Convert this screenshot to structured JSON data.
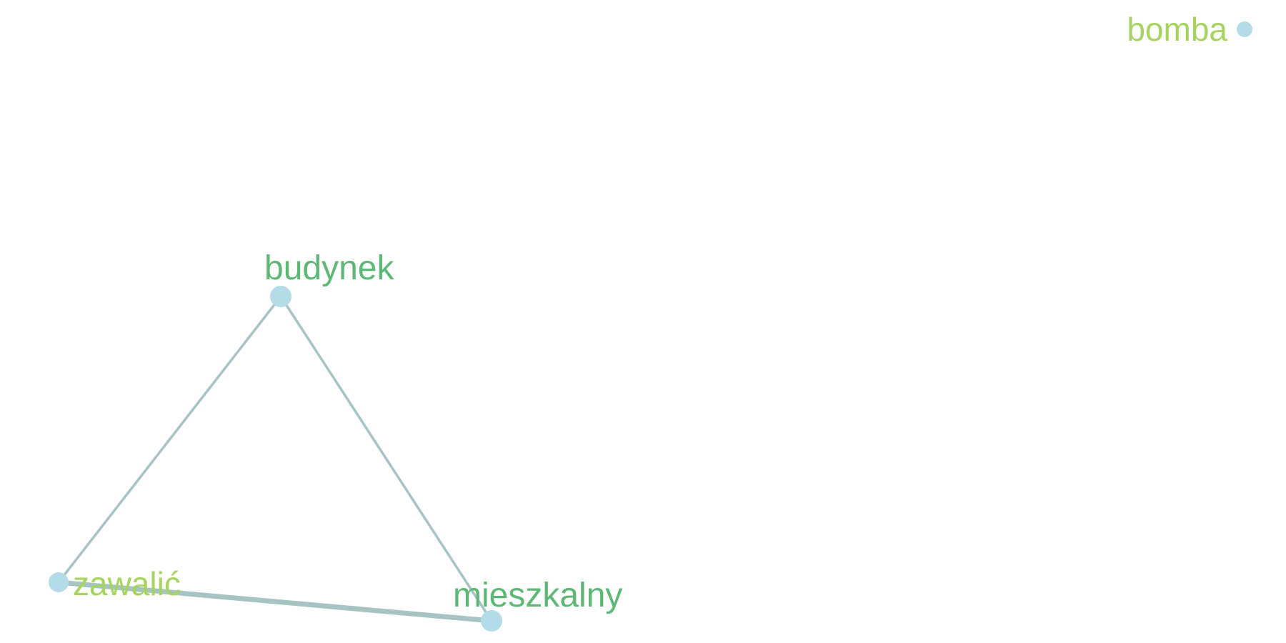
{
  "colors": {
    "background": "#ffffff",
    "edge": "#a7c4c4",
    "node": "#b3dce8",
    "label_dark_green": "#5cb874",
    "label_light_green": "#a6d45e"
  },
  "graph": {
    "nodes": [
      {
        "id": "budynek",
        "label": "budynek",
        "label_color": "#5cb874"
      },
      {
        "id": "zawalic",
        "label": "zawalić",
        "label_color": "#a6d45e"
      },
      {
        "id": "mieszkalny",
        "label": "mieszkalny",
        "label_color": "#5cb874"
      },
      {
        "id": "bomba",
        "label": "bomba",
        "label_color": "#a6d45e"
      }
    ],
    "edges": [
      {
        "source": "budynek",
        "target": "zawalic"
      },
      {
        "source": "budynek",
        "target": "mieszkalny"
      },
      {
        "source": "zawalic",
        "target": "mieszkalny"
      }
    ]
  }
}
